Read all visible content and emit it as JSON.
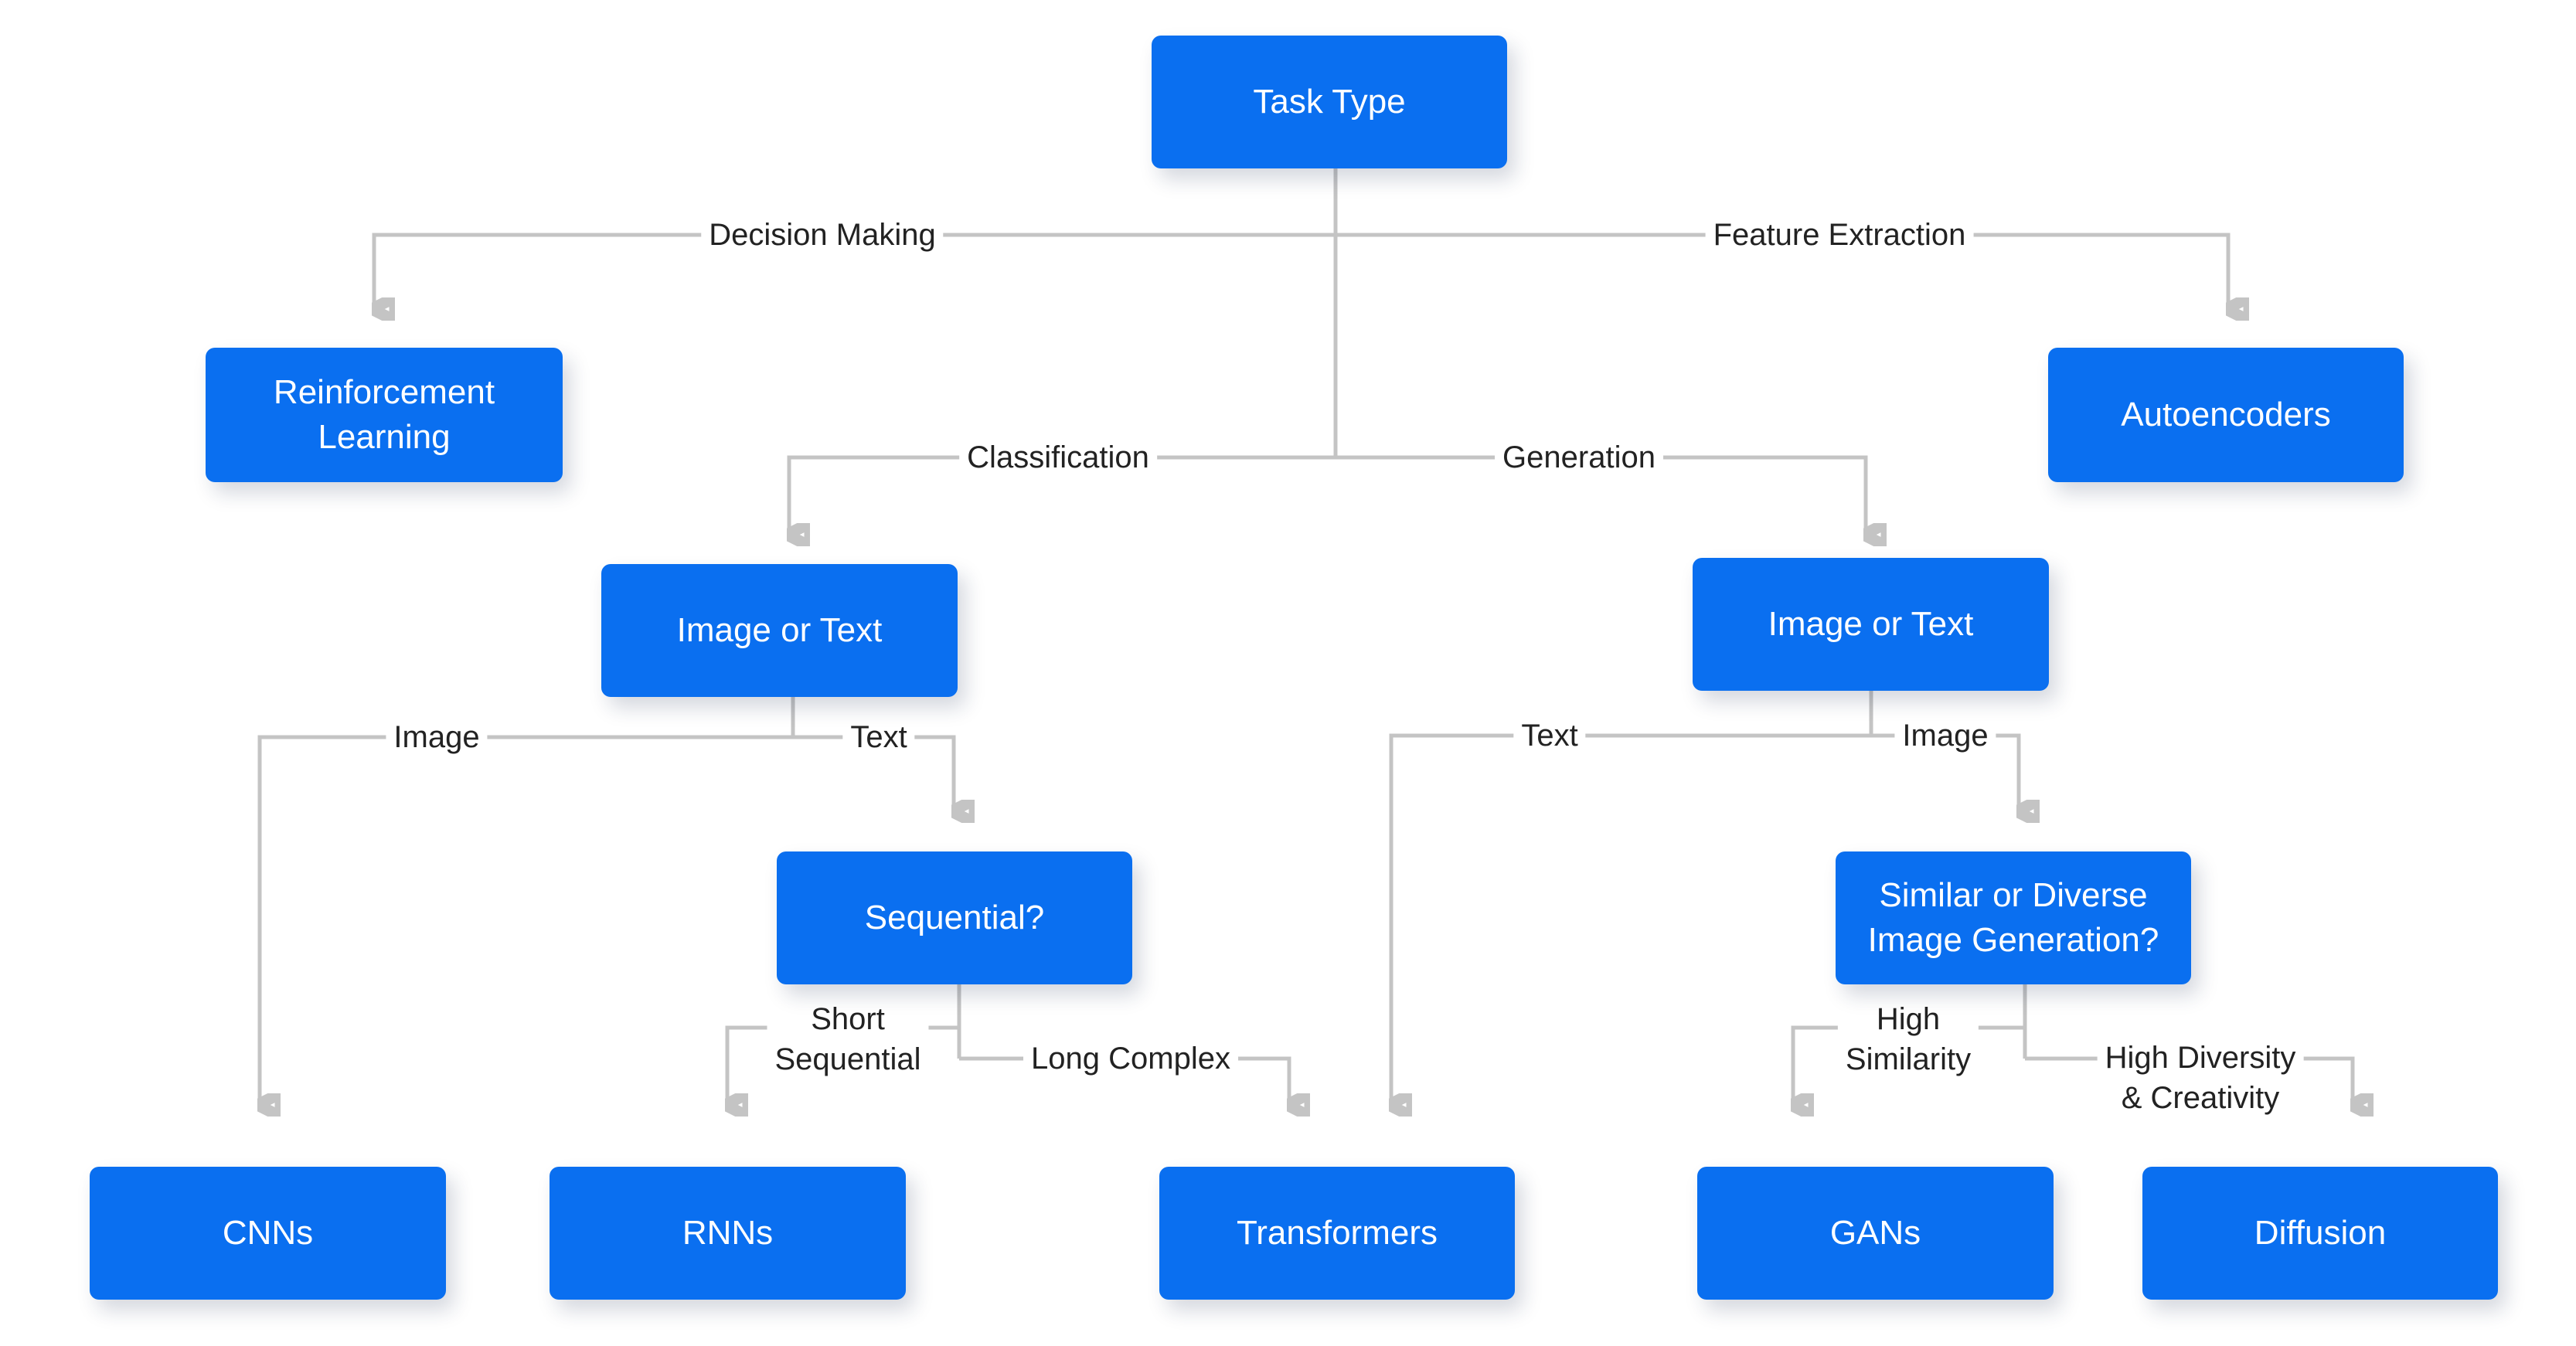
{
  "colors": {
    "node_fill": "#0a6ff0",
    "node_text": "#ffffff",
    "edge": "#c4c4c4",
    "label_text": "#222222"
  },
  "nodes": {
    "task_type": "Task Type",
    "reinforcement_learning": "Reinforcement\nLearning",
    "autoencoders": "Autoencoders",
    "classification_image_or_text": "Image or Text",
    "generation_image_or_text": "Image or Text",
    "sequential": "Sequential?",
    "similar_or_diverse": "Similar or Diverse\nImage Generation?",
    "cnns": "CNNs",
    "rnns": "RNNs",
    "transformers": "Transformers",
    "gans": "GANs",
    "diffusion": "Diffusion"
  },
  "edges": {
    "decision_making": "Decision Making",
    "feature_extraction": "Feature Extraction",
    "classification": "Classification",
    "generation": "Generation",
    "cls_image": "Image",
    "cls_text": "Text",
    "gen_text": "Text",
    "gen_image": "Image",
    "short_sequential": "Short\nSequential",
    "long_complex": "Long Complex",
    "high_similarity": "High\nSimilarity",
    "high_diversity": "High Diversity\n& Creativity"
  }
}
